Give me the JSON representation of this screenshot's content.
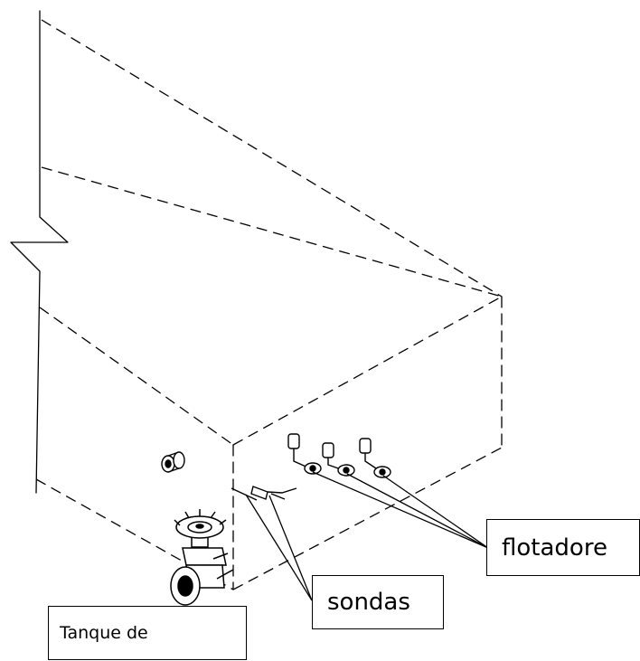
{
  "diagram": {
    "labels": {
      "flotadores": "flotadore",
      "sondas": "sondas",
      "tanque": "Tanque de"
    },
    "line_color": "#000000",
    "background": "#ffffff"
  }
}
